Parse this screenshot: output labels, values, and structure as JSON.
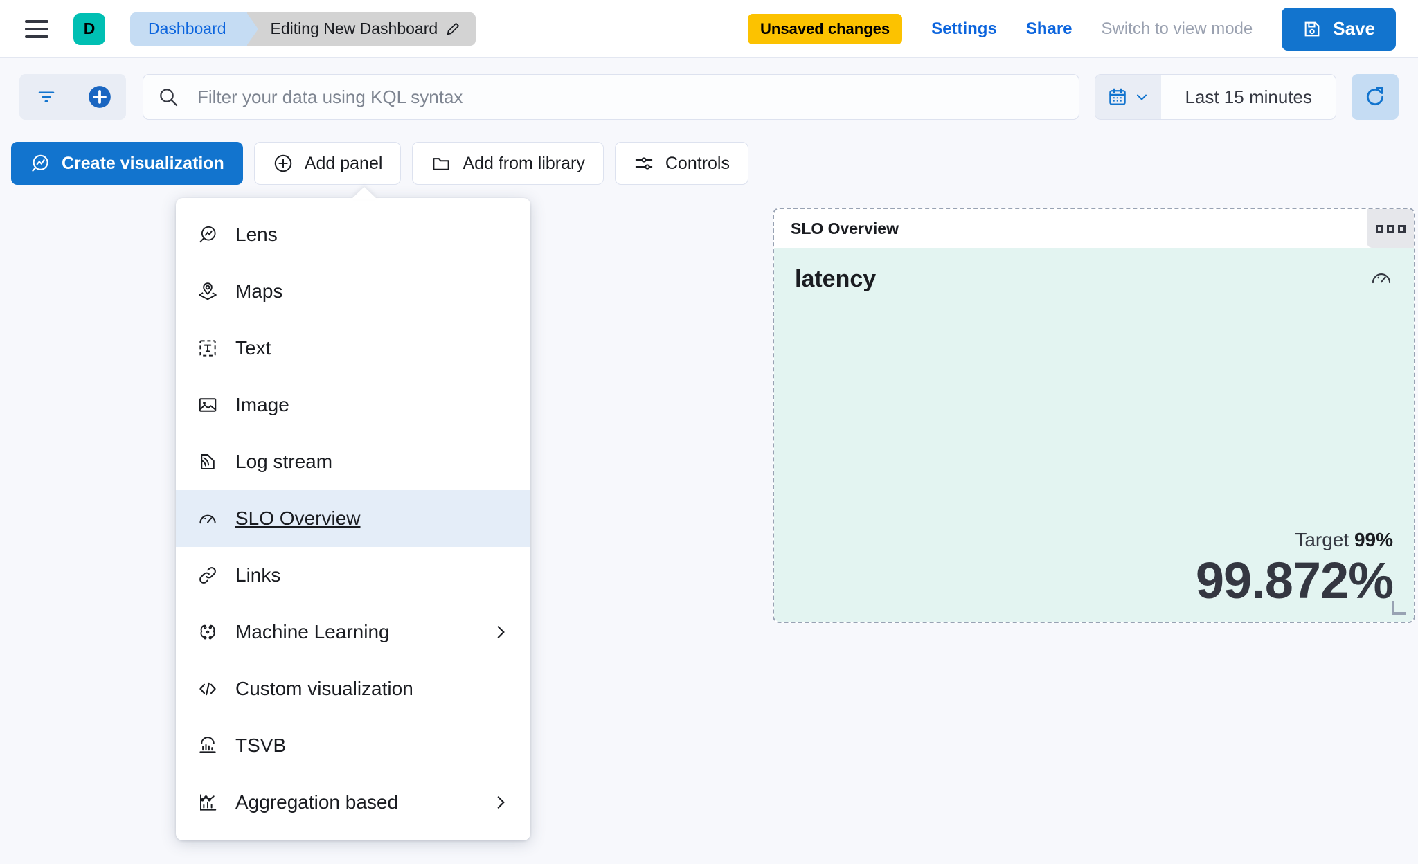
{
  "header": {
    "menu_icon": "hamburger-icon",
    "space_initial": "D",
    "breadcrumbs": [
      {
        "label": "Dashboard",
        "active": false
      },
      {
        "label": "Editing New Dashboard",
        "active": true,
        "icon": "pencil-icon"
      }
    ],
    "unsaved_badge": "Unsaved changes",
    "settings_link": "Settings",
    "share_link": "Share",
    "view_mode_link": "Switch to view mode",
    "save_button": "Save",
    "save_icon": "save-disk-icon",
    "colors": {
      "brand_blue": "#1274CE",
      "link_blue": "#0B64DD",
      "badge_yellow": "#FCC200",
      "space_teal": "#00BFB3",
      "crumb_active_bg": "#D3D3D3",
      "crumb_inactive_bg": "#C5DCF3"
    }
  },
  "querybar": {
    "filter_icon": "filter-icon",
    "add_filter_icon": "add-circle-icon",
    "search_icon": "search-icon",
    "search_value": "",
    "search_placeholder": "Filter your data using KQL syntax",
    "calendar_icon": "calendar-icon",
    "chevron_icon": "chevron-down-icon",
    "date_range": "Last 15 minutes",
    "refresh_icon": "refresh-icon"
  },
  "toolbar": {
    "create_visualization": "Create visualization",
    "create_visualization_icon": "lens-icon",
    "add_panel": "Add panel",
    "add_panel_icon": "plus-circle-icon",
    "add_from_library": "Add from library",
    "add_from_library_icon": "folder-icon",
    "controls": "Controls",
    "controls_icon": "controls-icon"
  },
  "add_panel_menu": {
    "open": true,
    "items": [
      {
        "label": "Lens",
        "icon": "lens-icon",
        "submenu": false,
        "selected": false
      },
      {
        "label": "Maps",
        "icon": "maps-icon",
        "submenu": false,
        "selected": false
      },
      {
        "label": "Text",
        "icon": "text-icon",
        "submenu": false,
        "selected": false
      },
      {
        "label": "Image",
        "icon": "image-icon",
        "submenu": false,
        "selected": false
      },
      {
        "label": "Log stream",
        "icon": "logstream-icon",
        "submenu": false,
        "selected": false
      },
      {
        "label": "SLO Overview",
        "icon": "gauge-icon",
        "submenu": false,
        "selected": true
      },
      {
        "label": "Links",
        "icon": "link-icon",
        "submenu": false,
        "selected": false
      },
      {
        "label": "Machine Learning",
        "icon": "ml-icon",
        "submenu": true,
        "selected": false
      },
      {
        "label": "Custom visualization",
        "icon": "code-icon",
        "submenu": false,
        "selected": false
      },
      {
        "label": "TSVB",
        "icon": "tsvb-icon",
        "submenu": false,
        "selected": false
      },
      {
        "label": "Aggregation based",
        "icon": "agg-chart-icon",
        "submenu": true,
        "selected": false
      }
    ]
  },
  "slo_panel": {
    "panel_title": "SLO Overview",
    "context_menu_icon": "panel-context-menu-icon",
    "slo_name": "latency",
    "slo_icon": "gauge-icon",
    "target_label": "Target",
    "target_value": "99%",
    "current_value": "99.872%",
    "background_color": "#E3F4F1",
    "resize_handle_icon": "resize-handle-icon"
  }
}
